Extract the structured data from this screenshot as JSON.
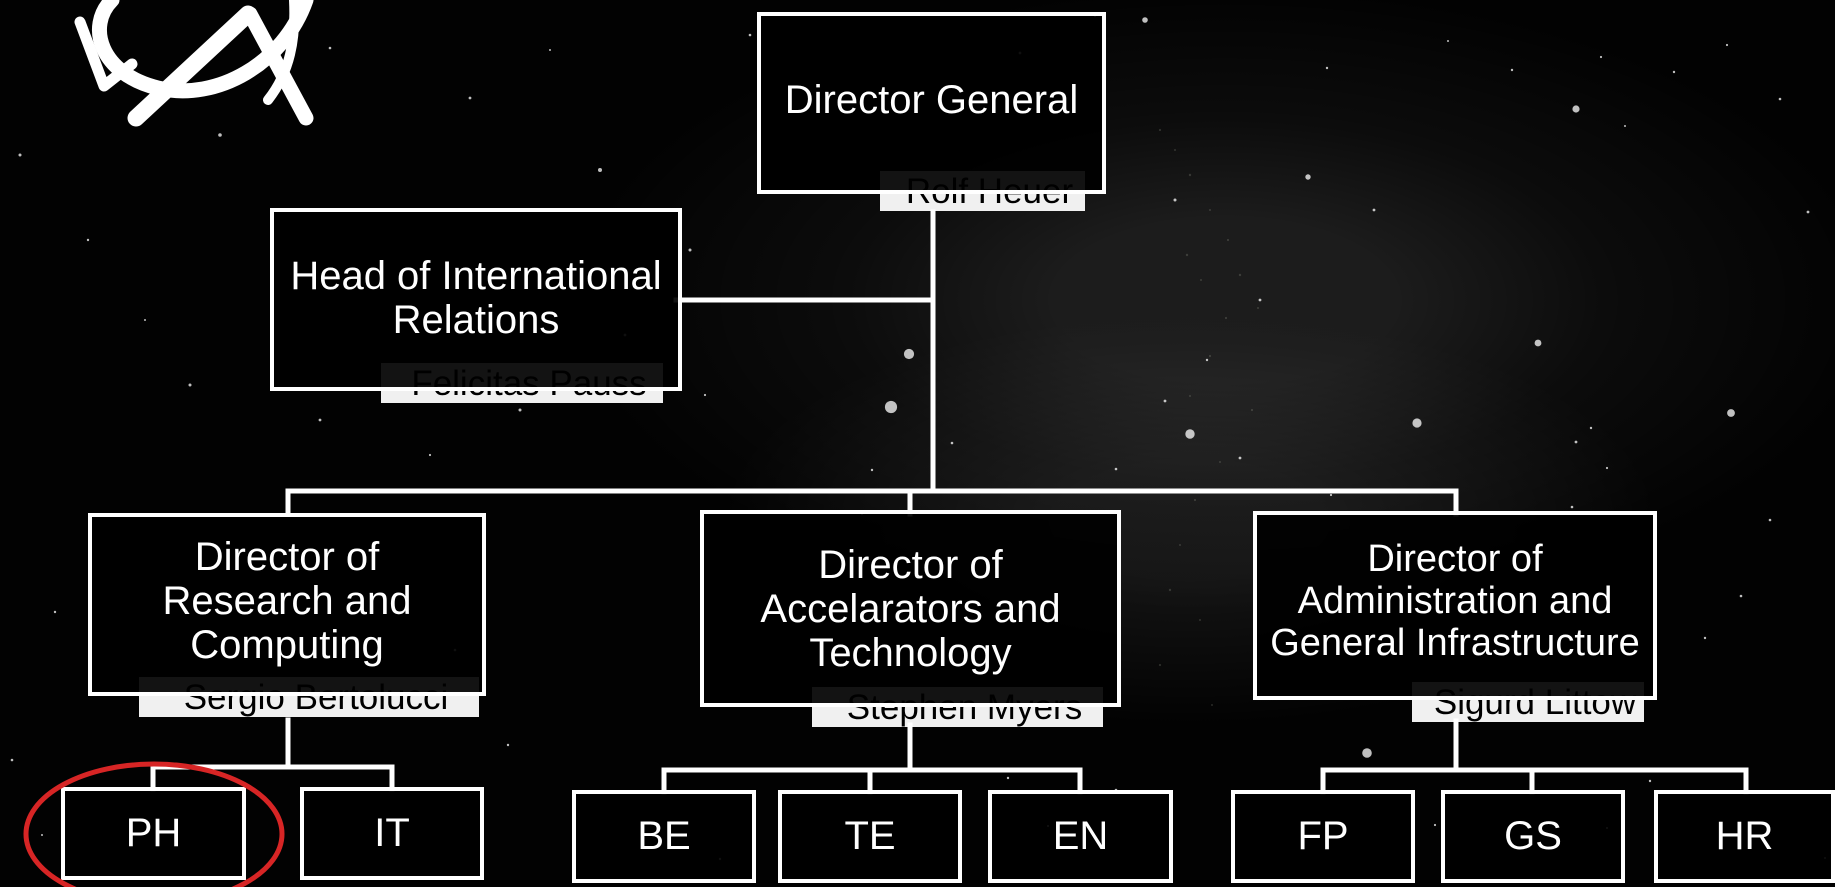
{
  "org_chart": {
    "director_general": {
      "title": "Director General",
      "name": "Rolf Heuer"
    },
    "international_relations": {
      "title": "Head of International\nRelations",
      "name": "Felicitas Pauss"
    },
    "research_computing": {
      "title": "Director of\nResearch and\nComputing",
      "name": "Sergio Bertolucci"
    },
    "accelerators_technology": {
      "title": "Director of\nAccelarators and\nTechnology",
      "name": "Stephen Myers"
    },
    "administration_infrastructure": {
      "title": "Director of\nAdministration and\nGeneral Infrastructure",
      "name": "Sigurd Littow"
    },
    "departments": {
      "ph": "PH",
      "it": "IT",
      "be": "BE",
      "te": "TE",
      "en": "EN",
      "fp": "FP",
      "gs": "GS",
      "hr": "HR"
    }
  },
  "colors": {
    "background": "#020202",
    "line": "#ffffff",
    "name_tag": "#f0f0f0",
    "highlight": "#d72525"
  },
  "icons": {
    "logo": "cern-logo-icon",
    "highlight": "red-highlight-circle-icon"
  }
}
